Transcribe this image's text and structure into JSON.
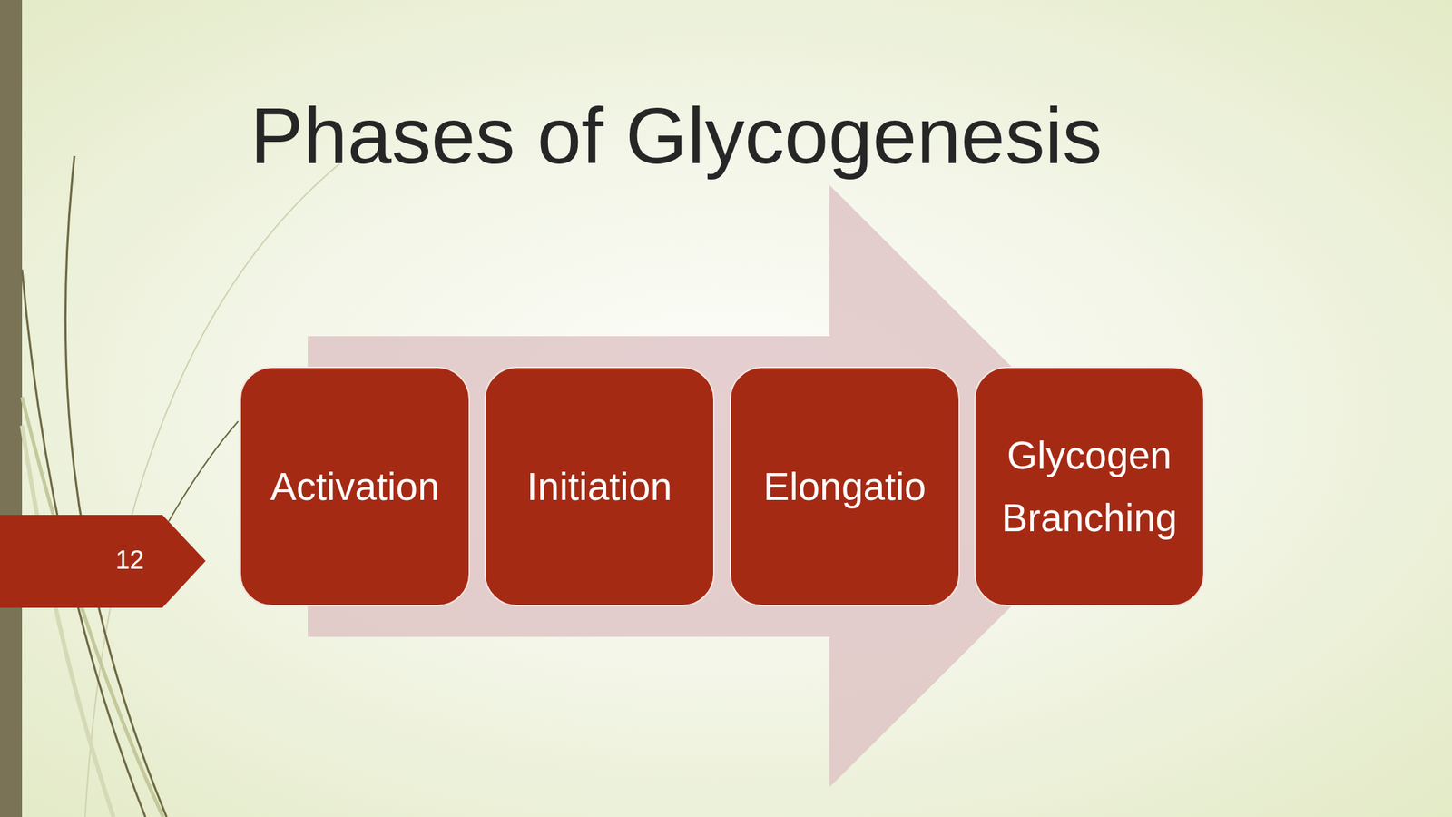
{
  "diagram": {
    "title": "Phases of Glycogenesis",
    "nodes": [
      {
        "text": [
          "Activation"
        ]
      },
      {
        "text": [
          "Initiation"
        ]
      },
      {
        "text": [
          "Elongatio"
        ]
      },
      {
        "text": [
          "Glycogen Branching"
        ]
      }
    ],
    "labels": [
      "12"
    ]
  }
}
